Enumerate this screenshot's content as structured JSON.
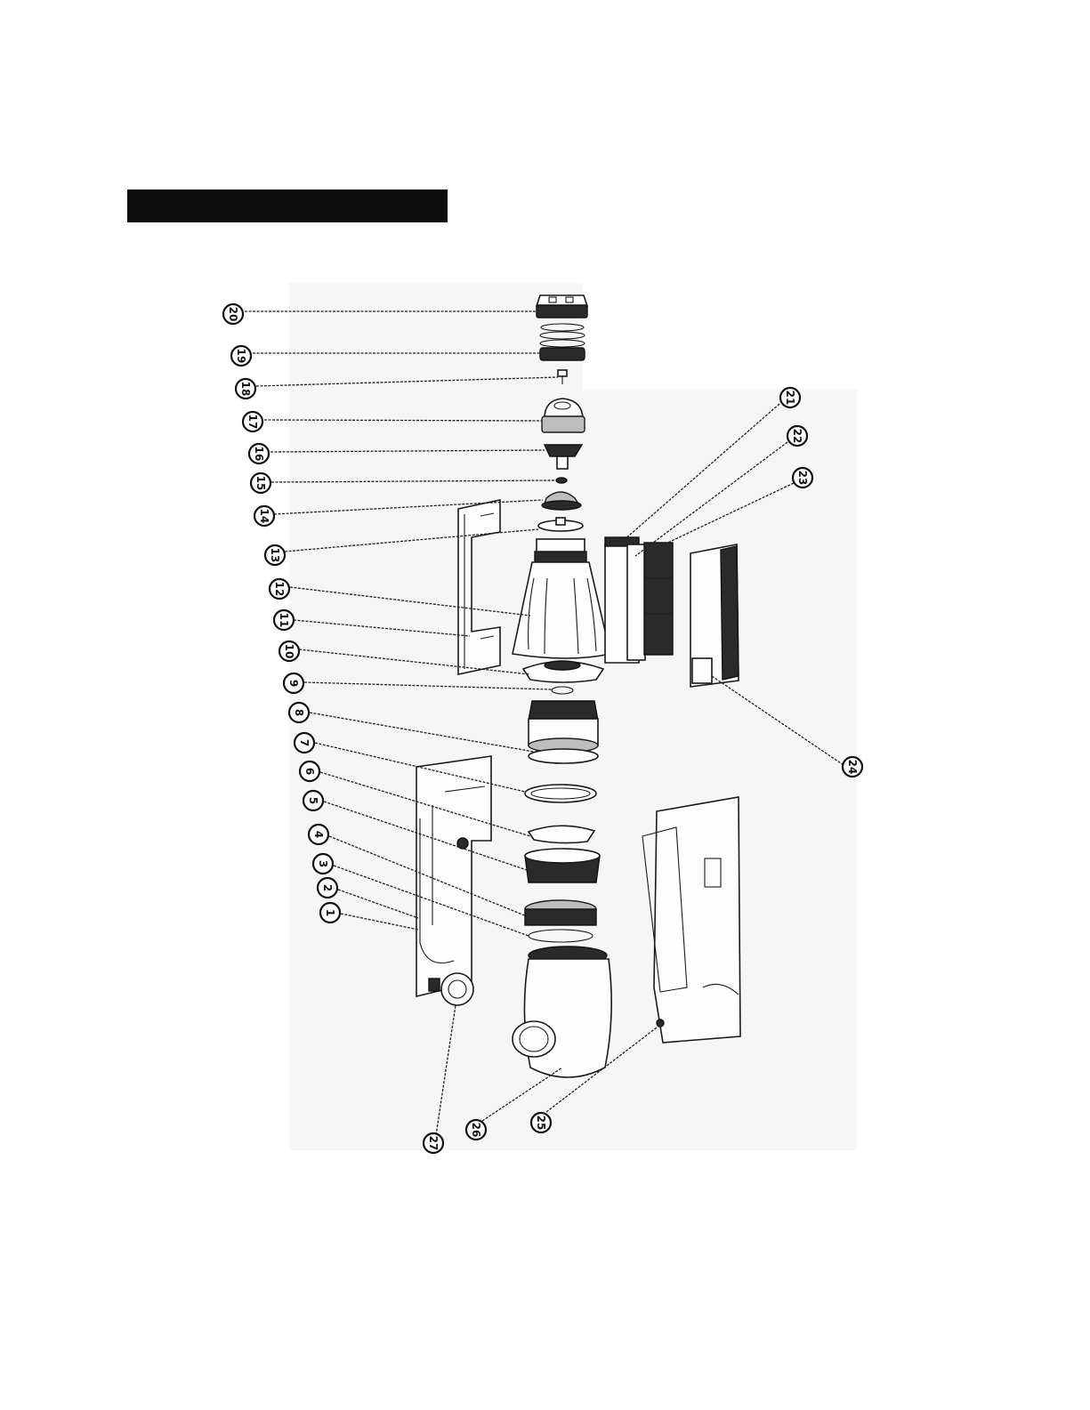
{
  "callouts": [
    "20",
    "19",
    "18",
    "17",
    "16",
    "15",
    "14",
    "13",
    "12",
    "11",
    "10",
    "9",
    "8",
    "7",
    "6",
    "5",
    "4",
    "3",
    "2",
    "1",
    "21",
    "22",
    "23",
    "24",
    "25",
    "26",
    "27"
  ],
  "colors": {
    "ink": "#1a1a1a",
    "bar": "#0e0e0e",
    "background": "#ffffff"
  }
}
